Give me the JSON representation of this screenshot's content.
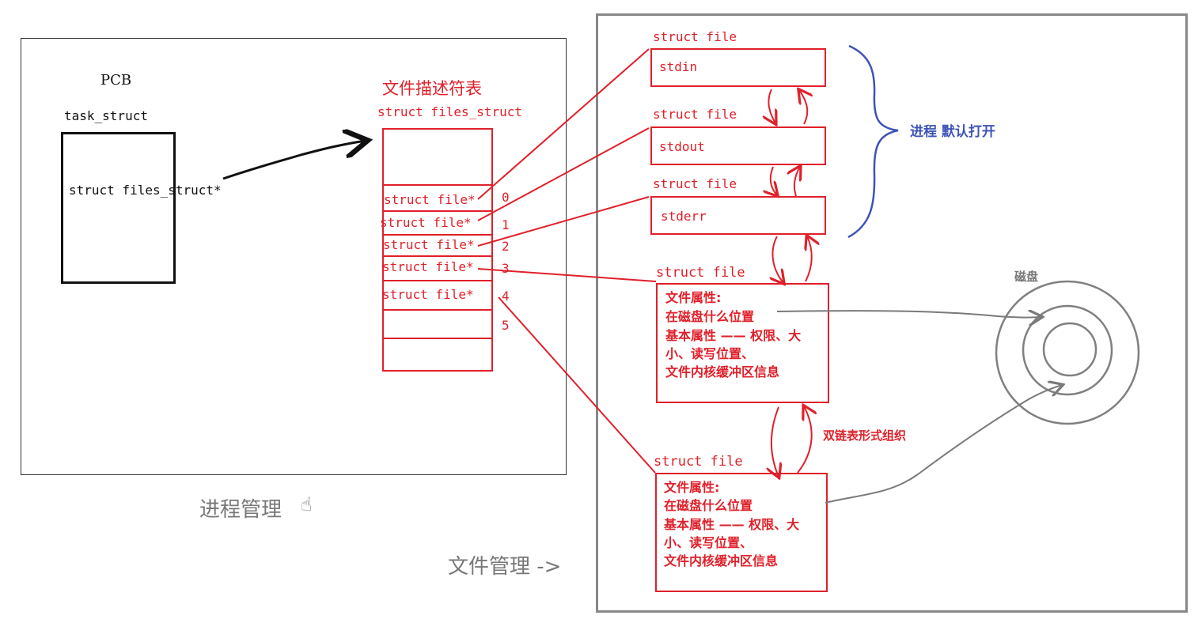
{
  "process_mgmt": {
    "pcb_label": "PCB",
    "task_struct_label": "task_struct",
    "pointer_field": "struct files_struct*",
    "area_caption": "进程管理"
  },
  "fd_table": {
    "title": "文件描述符表",
    "struct_label": "struct files_struct",
    "entries": [
      "struct file*",
      "struct file*",
      "struct file*",
      "struct file*",
      "struct file*"
    ],
    "indices": [
      "0",
      "1",
      "2",
      "3",
      "4",
      "5"
    ]
  },
  "file_mgmt": {
    "area_caption": "文件管理 ->",
    "struct_file_label": "struct file",
    "std_streams": [
      "stdin",
      "stdout",
      "stderr"
    ],
    "default_open_note": "进程 默认打开",
    "file_attrs": [
      "文件属性:",
      "在磁盘什么位置",
      "基本属性 —— 权限、大",
      "小、读写位置、",
      "文件内核缓冲区信息"
    ],
    "dll_note": "双链表形式组织",
    "disk_label": "磁盘"
  }
}
